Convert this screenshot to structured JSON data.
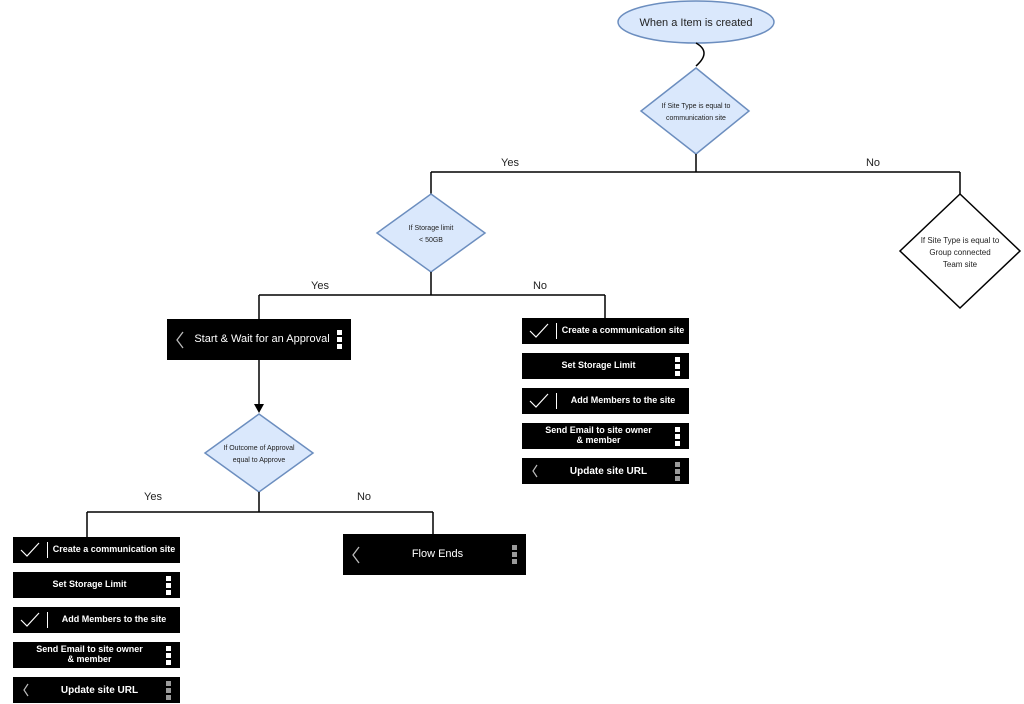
{
  "diagram": {
    "start": {
      "label": "When a Item is created"
    },
    "decision_site_type": {
      "line1": "If Site Type is equal to",
      "line2": "communication site"
    },
    "edge_yes_1": "Yes",
    "edge_no_1": "No",
    "decision_storage": {
      "line1": "If Storage limit",
      "line2": "< 50GB"
    },
    "decision_group": {
      "line1": "If Site Type is equal to",
      "line2": "Group connected",
      "line3": "Team site"
    },
    "edge_yes_2": "Yes",
    "edge_no_2": "No",
    "approval_action": {
      "label": "Start & Wait for an Approval"
    },
    "decision_outcome": {
      "line1": "If Outcome of Approval",
      "line2": "equal to Approve"
    },
    "edge_yes_3": "Yes",
    "edge_no_3": "No",
    "flow_ends": {
      "label": "Flow Ends"
    },
    "right_actions": [
      {
        "label": "Create a communication site"
      },
      {
        "label": "Set Storage Limit"
      },
      {
        "label": "Add Members to the site"
      },
      {
        "label_line1": "Send Email to site owner",
        "label_line2": "& member"
      },
      {
        "label": "Update site URL"
      }
    ],
    "left_actions": [
      {
        "label": "Create a communication site"
      },
      {
        "label": "Set Storage Limit"
      },
      {
        "label": "Add Members to the site"
      },
      {
        "label_line1": "Send Email to site owner",
        "label_line2": "& member"
      },
      {
        "label": "Update site URL"
      }
    ],
    "colors": {
      "node_fill": "#dae8fc",
      "node_stroke": "#6c8ebf",
      "line": "#000000",
      "action_bg": "#000000"
    }
  }
}
